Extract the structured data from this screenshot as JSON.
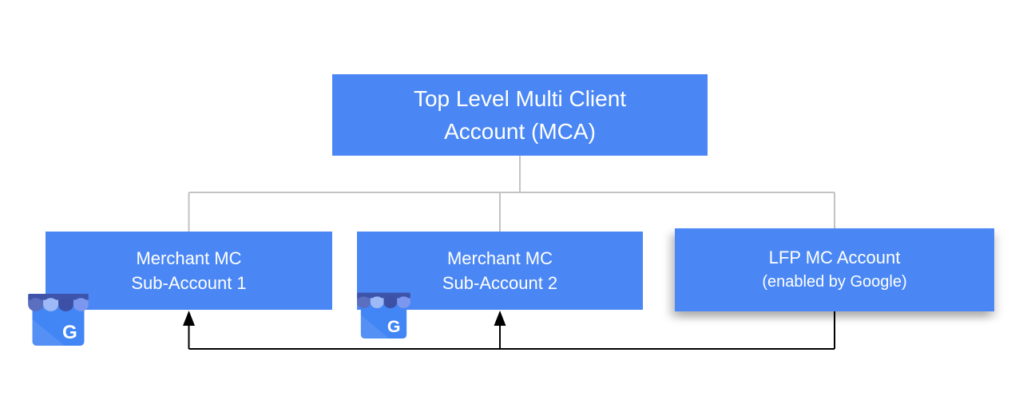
{
  "diagram": {
    "type": "account-hierarchy-org-chart",
    "nodes": {
      "top_level_mca": {
        "line1": "Top Level Multi Client",
        "line2": "Account (MCA)"
      },
      "merchant_sub_account_1": {
        "line1": "Merchant MC",
        "line2": "Sub-Account 1"
      },
      "merchant_sub_account_2": {
        "line1": "Merchant MC",
        "line2": "Sub-Account 2"
      },
      "lfp_mc_account": {
        "line1": "LFP MC Account",
        "line2": "(enabled by Google)"
      }
    },
    "edges": {
      "tree": [
        "top_level_mca -> merchant_sub_account_1",
        "top_level_mca -> merchant_sub_account_2",
        "top_level_mca -> lfp_mc_account"
      ],
      "arrows": [
        "lfp_mc_account -> merchant_sub_account_1",
        "lfp_mc_account -> merchant_sub_account_2"
      ]
    },
    "icons": {
      "business_profile_letter": "G"
    },
    "colors": {
      "node_fill": "#4a87f4",
      "node_text": "#ffffff",
      "tree_connector": "#c3c3c3",
      "arrow_connector": "#000000",
      "icon_awning_dark": "#3c51a5",
      "icon_awning_medium": "#5a6fc0",
      "icon_awning_light": "#9db9f7",
      "icon_awning_blue": "#7b97ef",
      "icon_body": "#4285f4"
    }
  }
}
